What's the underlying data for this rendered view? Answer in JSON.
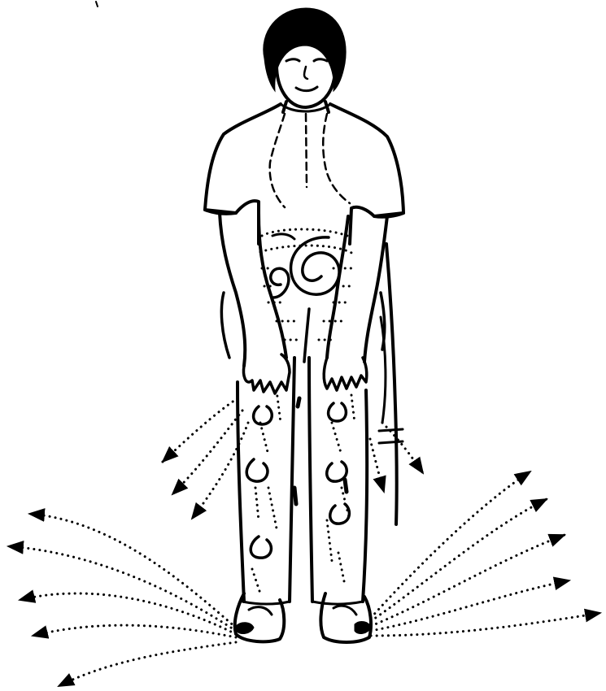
{
  "figure": {
    "subject": "standing-person-energy-release-drawing",
    "ink_color": "#000000",
    "background_color": "#ffffff",
    "arrow_groups": [
      "left-foot-arrows",
      "right-foot-arrows",
      "left-hand-arrows",
      "right-hand-arrows"
    ]
  }
}
